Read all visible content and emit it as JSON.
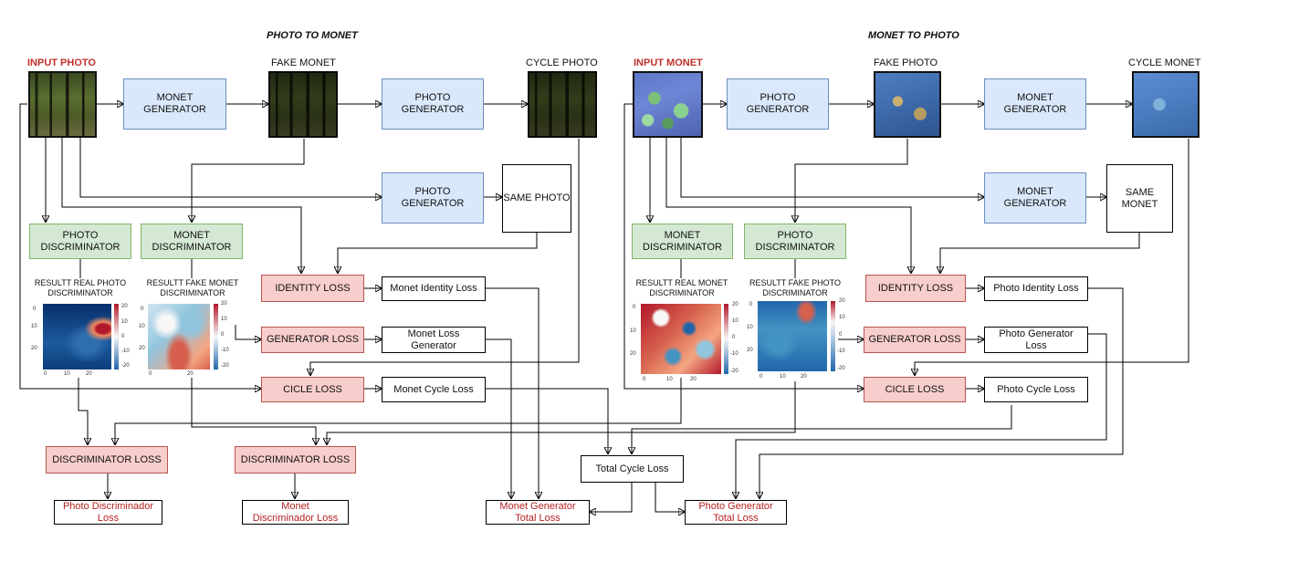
{
  "titles": {
    "left": "PHOTO TO MONET",
    "right": "MONET TO PHOTO"
  },
  "left": {
    "input_label": "INPUT PHOTO",
    "fake_label": "FAKE MONET",
    "cycle_label": "CYCLE PHOTO",
    "gen1": "MONET GENERATOR",
    "gen2": "PHOTO GENERATOR",
    "gen3": "PHOTO GENERATOR",
    "same": "SAME PHOTO",
    "disc_real": "PHOTO DISCRIMINATOR",
    "disc_fake": "MONET DISCRIMINATOR",
    "result_real": "RESULTT REAL PHOTO DISCRIMINATOR",
    "result_fake": "RESULTT FAKE MONET DISCRIMINATOR",
    "identity_loss": "IDENTITY LOSS",
    "identity_out": "Monet Identity Loss",
    "generator_loss": "GENERATOR LOSS",
    "generator_out": "Monet Loss Generator",
    "cicle_loss": "CICLE LOSS",
    "cicle_out": "Monet Cycle Loss",
    "disc_loss_1": "DISCRIMINATOR LOSS",
    "disc_loss_2": "DISCRIMINATOR LOSS",
    "disc_out_1": "Photo  Discriminador Loss",
    "disc_out_2": "Monet  Discriminador Loss",
    "total": "Monet  Generator Total Loss"
  },
  "right": {
    "input_label": "INPUT MONET",
    "fake_label": "FAKE PHOTO",
    "cycle_label": "CYCLE MONET",
    "gen1": "PHOTO GENERATOR",
    "gen2": "MONET GENERATOR",
    "gen3": "MONET GENERATOR",
    "same": "SAME MONET",
    "disc_real": "MONET DISCRIMINATOR",
    "disc_fake": "PHOTO DISCRIMINATOR",
    "result_real": "RESULTT REAL MONET DISCRIMINATOR",
    "result_fake": "RESULTT FAKE PHOTO DISCRIMINATOR",
    "identity_loss": "IDENTITY LOSS",
    "identity_out": "Photo Identity Loss",
    "generator_loss": "GENERATOR LOSS",
    "generator_out": "Photo Generator Loss",
    "cicle_loss": "CICLE LOSS",
    "cicle_out": "Photo Cycle Loss",
    "total": "Photo  Generator Total Loss"
  },
  "shared": {
    "total_cycle": "Total Cycle Loss"
  },
  "heatmap_ticks": {
    "h1": {
      "y": [
        "0",
        "10",
        "20"
      ],
      "x": [
        "0",
        "10",
        "20"
      ],
      "cb": [
        "20",
        "10",
        "0",
        "-10",
        "-20"
      ]
    },
    "h2": {
      "y": [
        "0",
        "10",
        "20"
      ],
      "x": [
        "0",
        "20"
      ],
      "cb": [
        "20",
        "10",
        "0",
        "-10",
        "-20"
      ]
    },
    "h3": {
      "y": [
        "0",
        "10",
        "20"
      ],
      "x": [
        "0",
        "10",
        "20"
      ],
      "cb": [
        "20",
        "10",
        "0",
        "-10",
        "-20"
      ]
    },
    "h4": {
      "y": [
        "0",
        "10",
        "20"
      ],
      "x": [
        "0",
        "10",
        "20"
      ],
      "cb": [
        "20",
        "10",
        "0",
        "-10",
        "-20"
      ]
    }
  },
  "colors": {
    "generator_fill": "#dae8fc",
    "discriminator_fill": "#d5e8d4",
    "loss_fill": "#f8cecc",
    "output_text": "#b52020"
  }
}
